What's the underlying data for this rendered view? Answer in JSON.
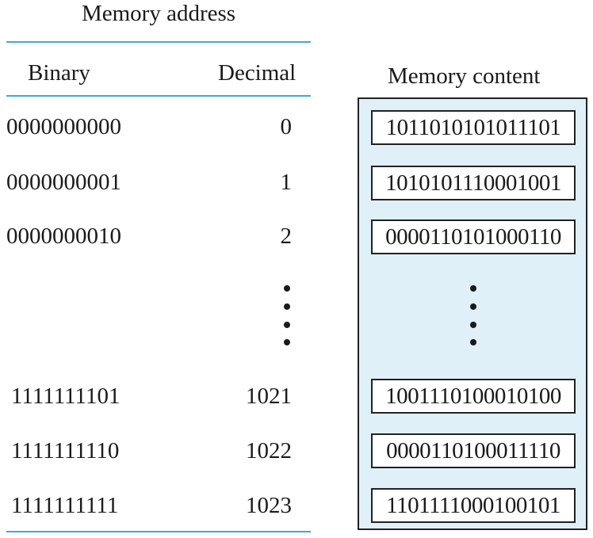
{
  "address": {
    "title": "Memory address",
    "binary_header": "Binary",
    "decimal_header": "Decimal"
  },
  "content": {
    "header": "Memory content"
  },
  "rows_top": [
    {
      "binary": "0000000000",
      "decimal": "0",
      "content": "1011010101011101"
    },
    {
      "binary": "0000000001",
      "decimal": "1",
      "content": "1010101110001001"
    },
    {
      "binary": "0000000010",
      "decimal": "2",
      "content": "0000110101000110"
    }
  ],
  "rows_bottom": [
    {
      "binary": "1111111101",
      "decimal": "1021",
      "content": "1001110100010100"
    },
    {
      "binary": "1111111110",
      "decimal": "1022",
      "content": "0000110100011110"
    },
    {
      "binary": "1111111111",
      "decimal": "1023",
      "content": "1101111000100101"
    }
  ],
  "colors": {
    "rule": "#3fa9d8",
    "panel_fill": "#dff0f8",
    "border": "#222222"
  }
}
